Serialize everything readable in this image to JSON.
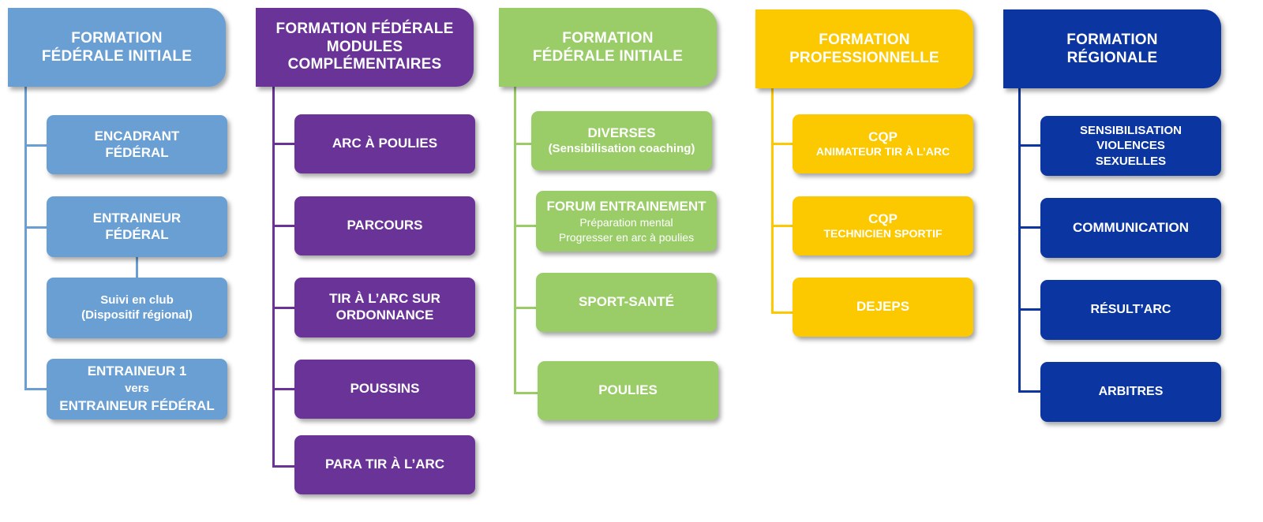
{
  "colors": {
    "light_blue": "#6a9fd4",
    "purple": "#6a3398",
    "green": "#9acd68",
    "yellow": "#fcc800",
    "dark_blue": "#0b35a0"
  },
  "columns": [
    {
      "header": [
        "FORMATION",
        "FÉDÉRALE INITIALE"
      ],
      "items": [
        {
          "lines": [
            "ENCADRANT",
            "FÉDÉRAL"
          ]
        },
        {
          "lines": [
            "ENTRAINEUR",
            "FÉDÉRAL"
          ]
        },
        {
          "lines": [
            "Suivi en club",
            "(Dispositif régional)"
          ]
        },
        {
          "lines": [
            "ENTRAINEUR 1",
            "vers",
            "ENTRAINEUR FÉDÉRAL"
          ]
        }
      ]
    },
    {
      "header": [
        "FORMATION FÉDÉRALE",
        "MODULES",
        "COMPLÉMENTAIRES"
      ],
      "items": [
        {
          "lines": [
            "ARC À POULIES"
          ]
        },
        {
          "lines": [
            "PARCOURS"
          ]
        },
        {
          "lines": [
            "TIR À L’ARC SUR",
            "ORDONNANCE"
          ]
        },
        {
          "lines": [
            "POUSSINS"
          ]
        },
        {
          "lines": [
            "PARA TIR À L’ARC"
          ]
        }
      ]
    },
    {
      "header": [
        "FORMATION",
        "FÉDÉRALE INITIALE"
      ],
      "items": [
        {
          "lines": [
            "DIVERSES",
            "(Sensibilisation coaching)"
          ]
        },
        {
          "lines": [
            "FORUM ENTRAINEMENT",
            "Préparation mental",
            "Progresser en arc à poulies"
          ]
        },
        {
          "lines": [
            "SPORT-SANTÉ"
          ]
        },
        {
          "lines": [
            "POULIES"
          ]
        }
      ]
    },
    {
      "header": [
        "FORMATION",
        "PROFESSIONNELLE"
      ],
      "items": [
        {
          "lines": [
            "CQP",
            "ANIMATEUR TIR À L’ARC"
          ]
        },
        {
          "lines": [
            "CQP",
            "TECHNICIEN SPORTIF"
          ]
        },
        {
          "lines": [
            "DEJEPS"
          ]
        }
      ]
    },
    {
      "header": [
        "FORMATION",
        "RÉGIONALE"
      ],
      "items": [
        {
          "lines": [
            "SENSIBILISATION",
            "VIOLENCES",
            "SEXUELLES"
          ]
        },
        {
          "lines": [
            "COMMUNICATION"
          ]
        },
        {
          "lines": [
            "RÉSULT’ARC"
          ]
        },
        {
          "lines": [
            "ARBITRES"
          ]
        }
      ]
    }
  ]
}
